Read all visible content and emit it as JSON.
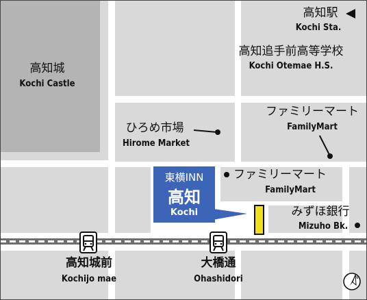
{
  "colors": {
    "block": "#d9d9d9",
    "castle": "#b4b4b4",
    "railway": "#6e6e6e",
    "hotel_box": "#3c65b7",
    "hotel_marker": "#f2e020"
  },
  "hotel": {
    "name_line1": "東横INN",
    "name_line2": "高知",
    "name_en": "Kochi"
  },
  "places": {
    "kochi_station": {
      "jp": "高知駅",
      "en": "Kochi Sta.",
      "icon": "triangle-arrow-left"
    },
    "otemae_school": {
      "jp": "高知追手前高等学校",
      "en": "Kochi Otemae H.S."
    },
    "castle": {
      "jp": "高知城",
      "en": "Kochi Castle"
    },
    "hirome_market": {
      "jp": "ひろめ市場",
      "en": "Hirome Market"
    },
    "familymart_upper": {
      "jp": "ファミリーマート",
      "en": "FamilyMart"
    },
    "familymart_lower": {
      "jp": "ファミリーマート",
      "en": "FamilyMart"
    },
    "mizuho_bank": {
      "jp": "みずほ銀行",
      "en": "Mizuho Bk."
    }
  },
  "tram_stops": [
    {
      "jp": "高知城前",
      "en": "Kochijo mae",
      "icon": "tram-icon"
    },
    {
      "jp": "大橋通",
      "en": "Ohashidori",
      "icon": "tram-icon"
    }
  ],
  "compass": {
    "label": "N"
  }
}
